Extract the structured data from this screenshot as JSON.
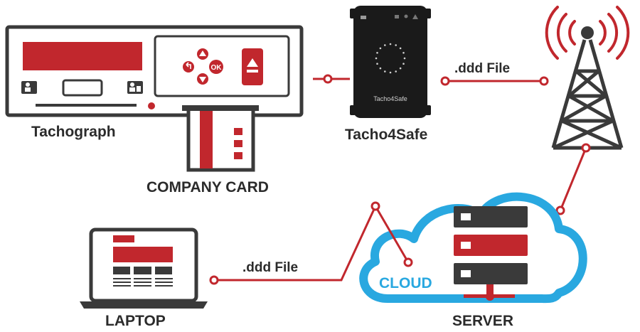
{
  "labels": {
    "tachograph": "Tachograph",
    "company_card": "COMPANY  CARD",
    "tacho4safe": "Tacho4Safe",
    "device_brand": "Tacho4Safe",
    "ddd_file_top": ".ddd File",
    "ddd_file_bottom": ".ddd File",
    "laptop": "LAPTOP",
    "server": "SERVER",
    "cloud": "CLOUD",
    "ok_button": "OK"
  },
  "colors": {
    "accent_red": "#c1272d",
    "dark": "#3a3a3a",
    "cloud_blue": "#29a8e0",
    "device_black": "#1a1a1a"
  },
  "icons": {
    "tower": "radio-tower-icon",
    "cloud": "cloud-icon",
    "server": "server-stack-icon",
    "laptop": "laptop-icon",
    "tachograph": "tachograph-device",
    "card": "company-card-icon"
  }
}
